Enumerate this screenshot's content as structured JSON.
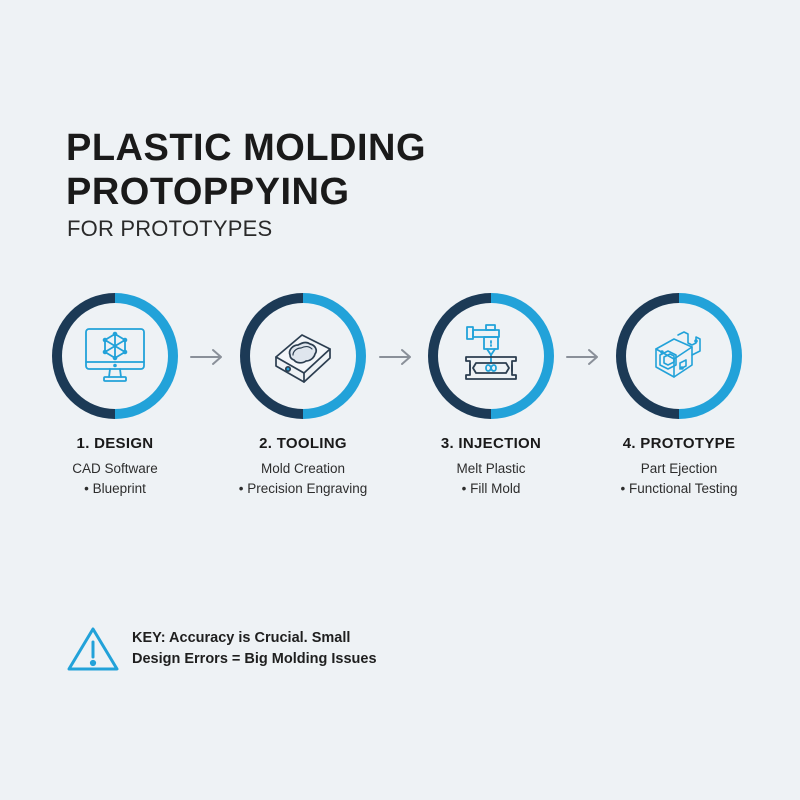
{
  "header": {
    "title_line1": "PLASTIC MOLDING",
    "title_line2": "PROTOPPYING",
    "subtitle": "FOR PROTOTYPES"
  },
  "colors": {
    "background": "#eef2f5",
    "ring_dark": "#1c3a56",
    "ring_accent": "#22a2d9",
    "icon_blue": "#22a2d9",
    "icon_dark": "#2c3e50",
    "arrow": "#8a9099",
    "text": "#1a1a1a"
  },
  "steps": [
    {
      "title": "1. DESIGN",
      "line1": "CAD Software",
      "line2": "• Blueprint",
      "icon": "computer-monitor-cube-icon"
    },
    {
      "title": "2. TOOLING",
      "line1": "Mold Creation",
      "line2": "• Precision Engraving",
      "icon": "mold-block-icon"
    },
    {
      "title": "3. INJECTION",
      "line1": "Melt Plastic",
      "line2": "• Fill Mold",
      "icon": "injection-nozzle-icon"
    },
    {
      "title": "4. PROTOTYPE",
      "line1": "Part Ejection",
      "line2": "• Functional Testing",
      "icon": "prototype-part-icon"
    }
  ],
  "arrows": [
    "right-arrow-icon",
    "right-arrow-icon",
    "right-arrow-icon"
  ],
  "key": {
    "icon": "warning-triangle-icon",
    "line1": "KEY: Accuracy is Crucial. Small",
    "line2": "Design Errors = Big Molding Issues"
  }
}
